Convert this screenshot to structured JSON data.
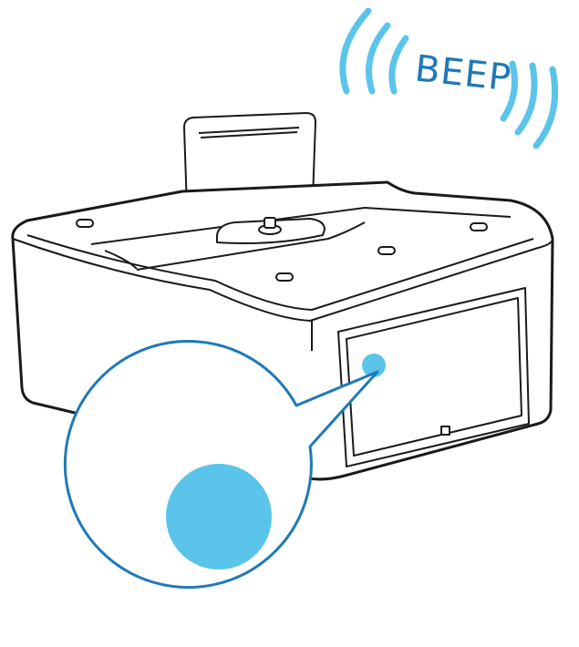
{
  "sound_label": "BEEP",
  "colors": {
    "outline": "#1a1a1a",
    "device_fill": "#ffffff",
    "highlight_blue": "#5bc4ea",
    "callout_stroke": "#1f79b8",
    "wave_blue": "#5bc4ea"
  },
  "icons": {
    "sound_waves_left": "sound-wave-arcs-left",
    "sound_waves_right": "sound-wave-arcs-right",
    "indicator": "filled-circle"
  }
}
